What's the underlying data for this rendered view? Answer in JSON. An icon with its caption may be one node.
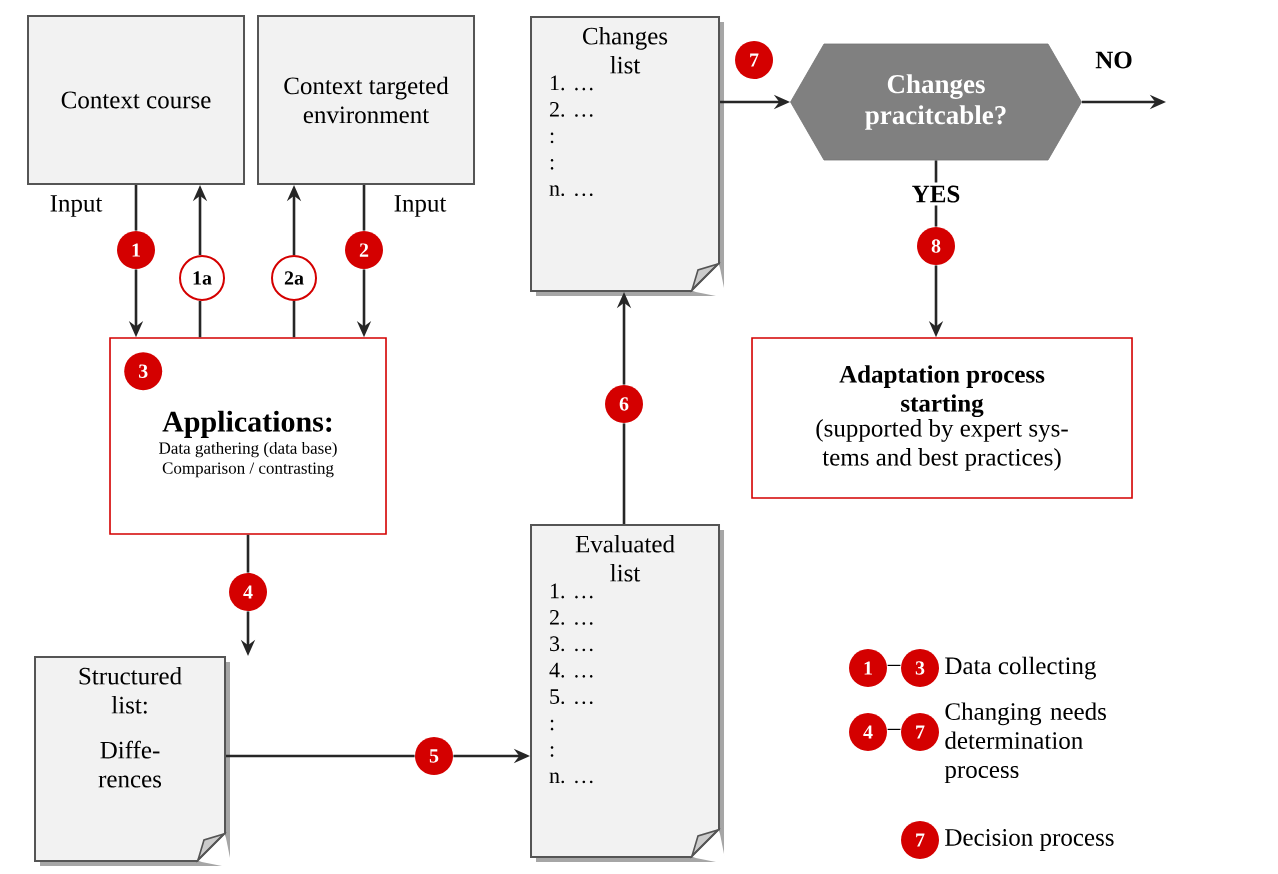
{
  "diagram": {
    "nodes": [
      {
        "text": [
          "Context course"
        ],
        "beside": [
          "Input"
        ]
      },
      {
        "text": [
          "Context targeted environment"
        ],
        "beside": [
          "Input"
        ]
      },
      {
        "text": [
          "Applications:",
          "Data gathering (data base) Comparison / contrasting"
        ]
      },
      {
        "text": [
          "3"
        ],
        "in": 2
      },
      {
        "text": [
          "1"
        ]
      },
      {
        "text": [
          "1a"
        ]
      },
      {
        "text": [
          "2a"
        ]
      },
      {
        "text": [
          "2"
        ]
      },
      {
        "text": [
          "Structured list:",
          "Diffe- rences"
        ]
      },
      {
        "text": [
          "4"
        ]
      },
      {
        "text": [
          "5"
        ]
      },
      {
        "text": [
          "Evaluated list",
          "1. …",
          "2. …",
          "3. …",
          "4. …",
          "5. …",
          ":",
          ":",
          "n. …"
        ]
      },
      {
        "text": [
          "6"
        ]
      },
      {
        "text": [
          "Changes list",
          "1. …",
          "2. …",
          ":",
          ":",
          "n. …"
        ]
      },
      {
        "text": [
          "7"
        ]
      },
      {
        "text": [
          "Changes pracitcable?"
        ]
      },
      {
        "text": [
          "8"
        ]
      },
      {
        "text": [
          "Adaptation process starting",
          "(supported by expert sys- tems and best practices)"
        ]
      },
      {
        "text": [
          "1"
        ]
      },
      {
        "text": [
          "3"
        ]
      },
      {
        "text": [
          "4"
        ]
      },
      {
        "text": [
          "7"
        ]
      },
      {
        "text": [
          "7"
        ]
      }
    ],
    "edges": [
      {
        "from": 0,
        "to": 4,
        "arrow": "none"
      },
      {
        "from": 4,
        "to": 2,
        "arrow": "to"
      },
      {
        "from": 2,
        "to": 5,
        "arrow": "none"
      },
      {
        "from": 5,
        "to": 0,
        "arrow": "to"
      },
      {
        "from": 2,
        "to": 6,
        "arrow": "none"
      },
      {
        "from": 6,
        "to": 1,
        "arrow": "to"
      },
      {
        "from": 1,
        "to": 7,
        "arrow": "none"
      },
      {
        "from": 7,
        "to": 2,
        "arrow": "to"
      },
      {
        "from": 2,
        "to": 9,
        "arrow": "none"
      },
      {
        "from": 9,
        "to": 8,
        "arrow": "to"
      },
      {
        "from": 8,
        "to": 10,
        "arrow": "none"
      },
      {
        "from": 10,
        "to": 11,
        "arrow": "to"
      },
      {
        "from": 11,
        "to": 12,
        "arrow": "none"
      },
      {
        "from": 12,
        "to": 13,
        "arrow": "to"
      },
      {
        "from": 13,
        "to": 15,
        "arrow": "to"
      },
      {
        "from": 15,
        "to": 16,
        "arrow": "none",
        "label": "YES"
      },
      {
        "from": 16,
        "to": 17,
        "arrow": "to"
      },
      {
        "from": 15,
        "to": null,
        "arrow": "to",
        "label": "NO"
      }
    ],
    "labels": [
      "–",
      "Data collecting",
      "–",
      "Changing needs determination process",
      "Decision process"
    ]
  }
}
